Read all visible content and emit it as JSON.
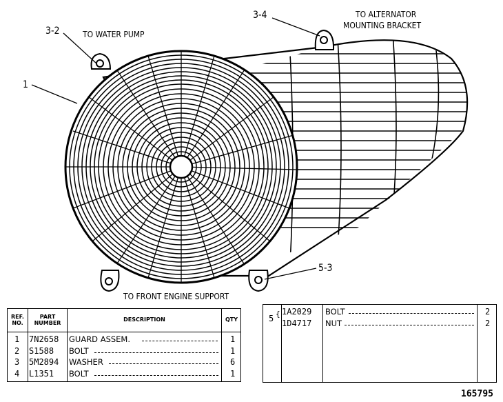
{
  "callouts": {
    "c1": "1",
    "c32": "3-2",
    "c34": "3-4",
    "c53": "5-3"
  },
  "labels": {
    "water_pump": "TO WATER PUMP",
    "alternator_1": "TO ALTERNATOR",
    "alternator_2": "MOUNTING BRACKET",
    "front_support": "TO FRONT ENGINE SUPPORT"
  },
  "table_left": {
    "headers": {
      "ref": "REF. NO.",
      "part": "PART NUMBER",
      "desc": "DESCRIPTION",
      "qty": "QTY"
    },
    "rows": [
      {
        "ref": "1",
        "part": "7N2658",
        "desc": "GUARD ASSEM.",
        "qty": "1"
      },
      {
        "ref": "2",
        "part": "S1588",
        "desc": "BOLT",
        "qty": "1"
      },
      {
        "ref": "3",
        "part": "5M2894",
        "desc": "WASHER",
        "qty": "6"
      },
      {
        "ref": "4",
        "part": "L1351",
        "desc": "BOLT",
        "qty": "1"
      }
    ]
  },
  "table_right": {
    "ref": "5",
    "rows": [
      {
        "part": "1A2029",
        "desc": "BOLT",
        "qty": "2"
      },
      {
        "part": "1D4717",
        "desc": "NUT",
        "qty": "2"
      }
    ]
  },
  "figure_number": "165795"
}
